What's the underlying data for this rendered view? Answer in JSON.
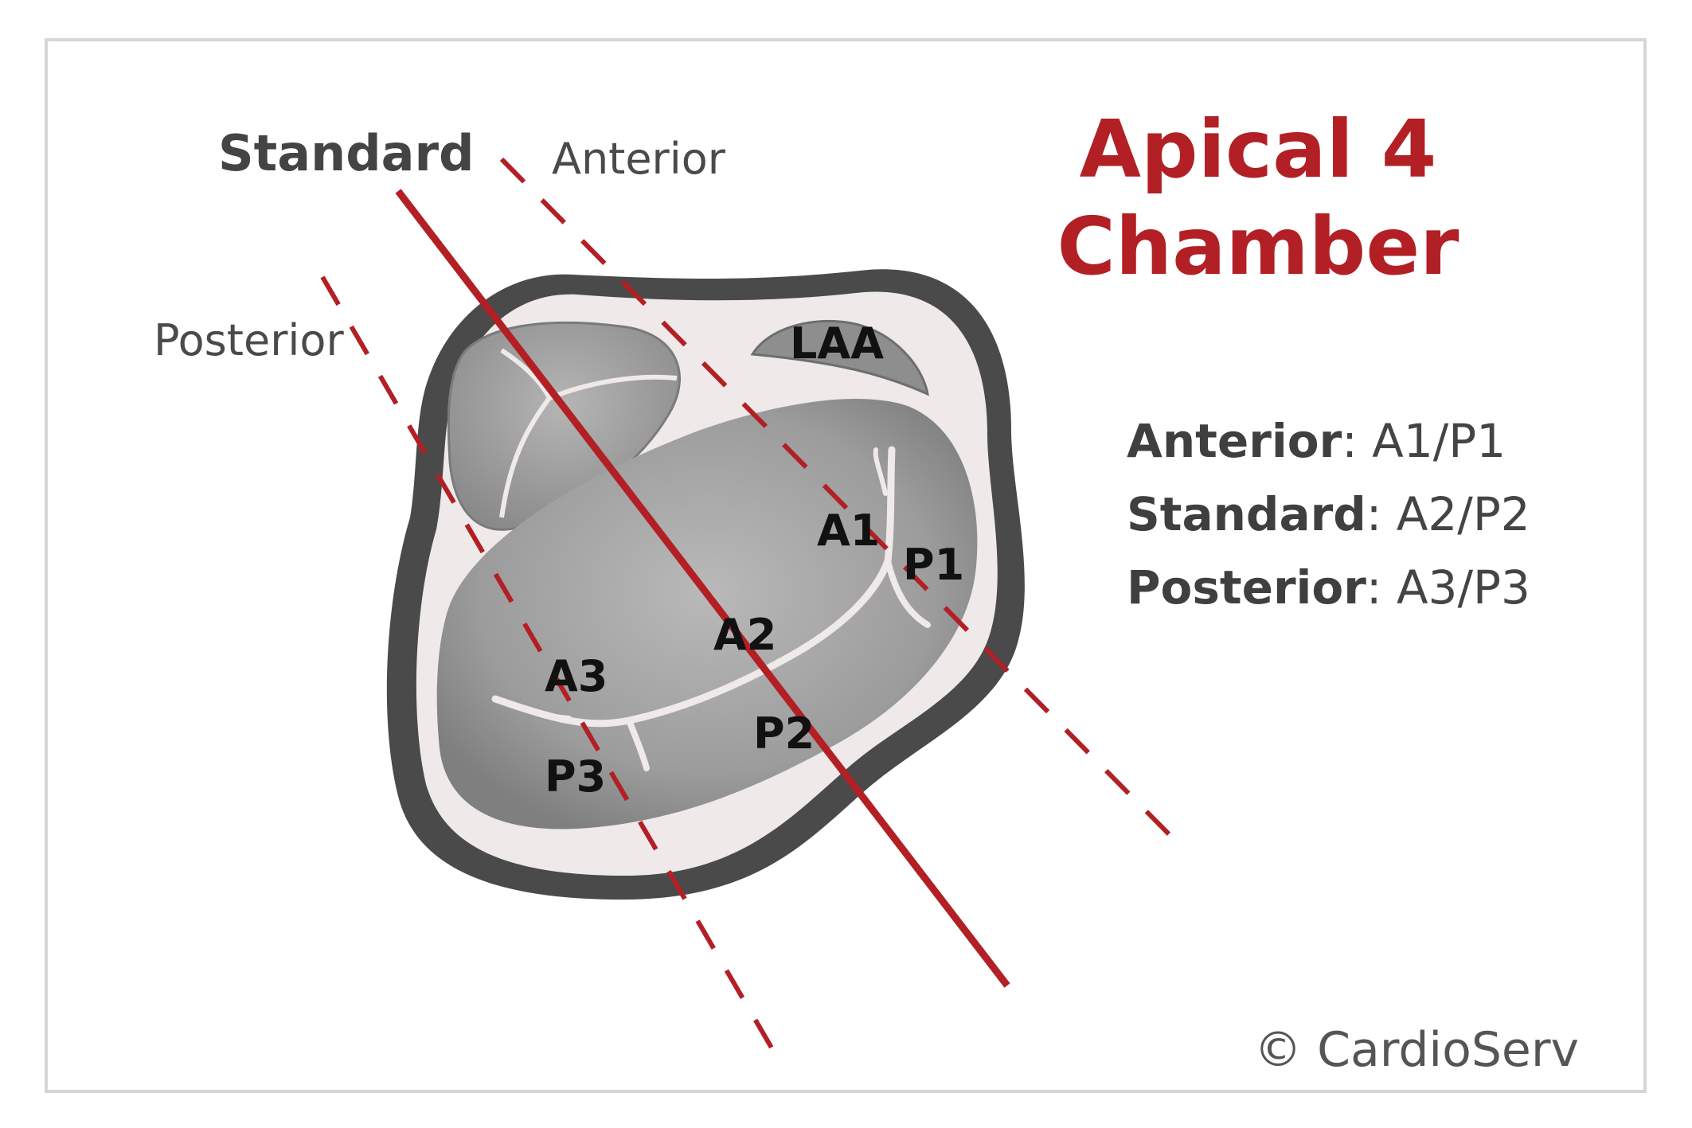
{
  "title": {
    "line1": "Apical 4",
    "line2": "Chamber"
  },
  "view_labels": {
    "standard": "Standard",
    "anterior": "Anterior",
    "posterior": "Posterior"
  },
  "legend": [
    {
      "view": "Anterior",
      "separator": ":",
      "segments": "A1/P1"
    },
    {
      "view": "Standard",
      "separator": ":",
      "segments": "A2/P2"
    },
    {
      "view": "Posterior",
      "separator": ":",
      "segments": "A3/P3"
    }
  ],
  "segments": {
    "laa": "LAA",
    "a1": "A1",
    "p1": "P1",
    "a2": "A2",
    "p2": "P2",
    "a3": "A3",
    "p3": "P3"
  },
  "copyright": "© CardioServ",
  "colors": {
    "accent_red": "#b21f24",
    "outer_ring": "#4a4a4a",
    "annulus": "#efe9e9",
    "valve_gray": "#9c9c9c",
    "text_dark": "#444444"
  }
}
